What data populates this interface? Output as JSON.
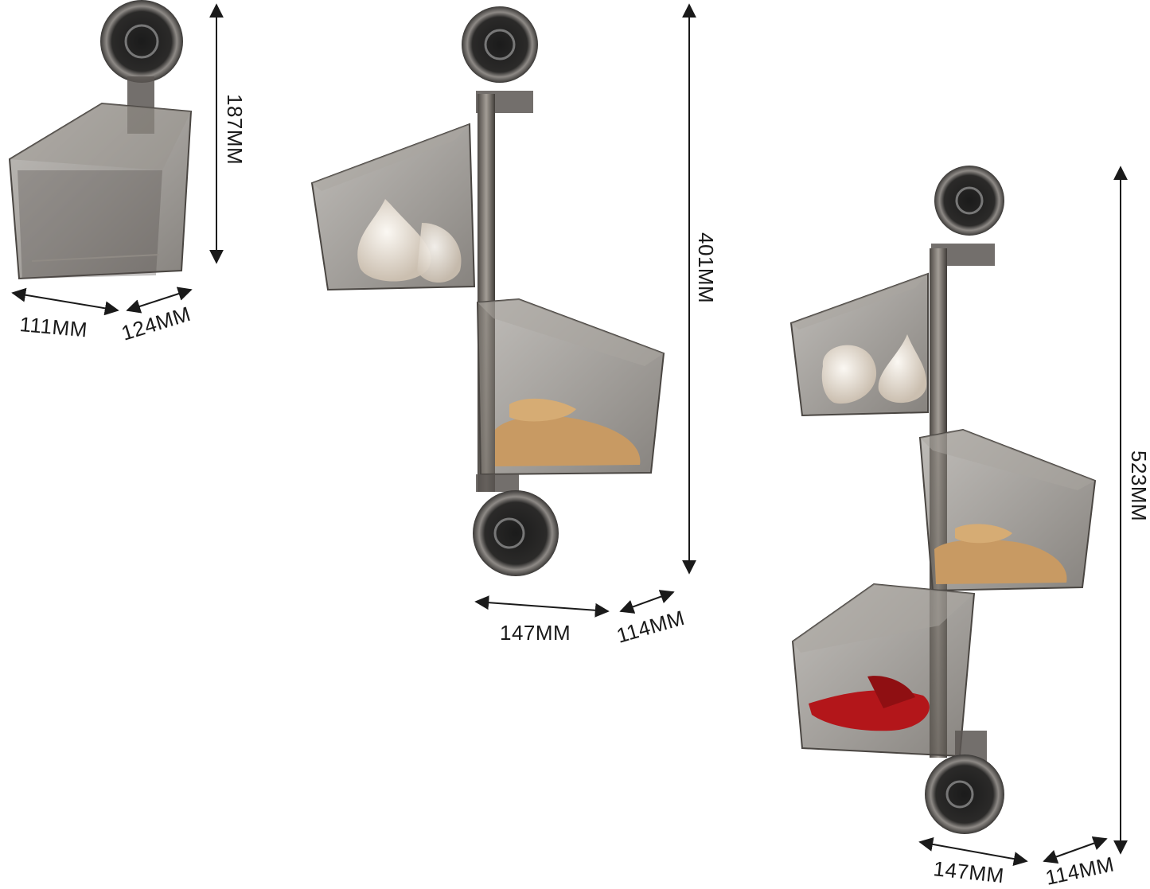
{
  "products": [
    {
      "name": "single-basket-rack",
      "dimensions": {
        "height": "187MM",
        "width": "111MM",
        "depth": "124MM"
      }
    },
    {
      "name": "two-basket-rack",
      "dimensions": {
        "height": "401MM",
        "width": "147MM",
        "depth": "114MM"
      }
    },
    {
      "name": "three-basket-rack",
      "dimensions": {
        "height": "523MM",
        "width": "147MM",
        "depth": "114MM"
      }
    }
  ],
  "colors": {
    "background": "#ffffff",
    "basket_tint": "#6f6a63",
    "frame": "#3d3a37",
    "dimension_line": "#1a1a1a",
    "garlic": "#ece6dc",
    "ginger": "#c89a63",
    "chili": "#b3161a"
  }
}
